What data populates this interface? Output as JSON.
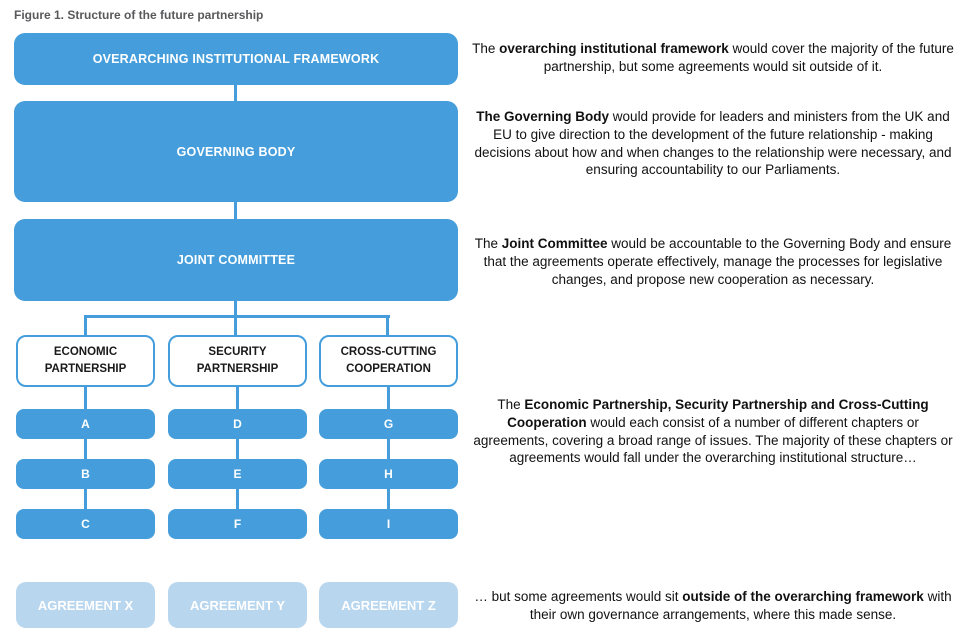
{
  "title": "Figure 1. Structure of the future partnership",
  "colors": {
    "primary_blue": "#459EDB",
    "light_blue": "#B9D6EF",
    "title_gray": "#58595b"
  },
  "diagram": {
    "top_boxes": [
      {
        "label": "OVERARCHING INSTITUTIONAL FRAMEWORK"
      },
      {
        "label": "GOVERNING BODY"
      },
      {
        "label": "JOINT COMMITTEE"
      }
    ],
    "pillars": [
      {
        "label": "ECONOMIC PARTNERSHIP",
        "items": [
          "A",
          "B",
          "C"
        ],
        "agreement": "AGREEMENT X"
      },
      {
        "label": "SECURITY PARTNERSHIP",
        "items": [
          "D",
          "E",
          "F"
        ],
        "agreement": "AGREEMENT Y"
      },
      {
        "label": "CROSS-CUTTING COOPERATION",
        "items": [
          "G",
          "H",
          "I"
        ],
        "agreement": "AGREEMENT Z"
      }
    ]
  },
  "annotations": [
    {
      "segments": [
        {
          "t": "The ",
          "b": false
        },
        {
          "t": "overarching institutional framework",
          "b": true
        },
        {
          "t": " would cover the majority of the future partnership, but some agreements would sit outside of it.",
          "b": false
        }
      ]
    },
    {
      "segments": [
        {
          "t": "The Governing Body",
          "b": true
        },
        {
          "t": " would provide for leaders and ministers from the UK and EU to give direction to the development of the future relationship - making decisions about how and when changes to the relationship were necessary, and ensuring accountability to our Parliaments.",
          "b": false
        }
      ]
    },
    {
      "segments": [
        {
          "t": "The ",
          "b": false
        },
        {
          "t": "Joint Committee",
          "b": true
        },
        {
          "t": " would be accountable to the Governing Body and ensure that the agreements operate effectively, manage the processes for legislative changes, and propose new cooperation as necessary.",
          "b": false
        }
      ]
    },
    {
      "segments": [
        {
          "t": "The ",
          "b": false
        },
        {
          "t": "Economic Partnership, Security Partnership and Cross-Cutting Cooperation",
          "b": true
        },
        {
          "t": " would each consist of a number of different chapters or agreements, covering a broad range of issues. The majority of these chapters or agreements would fall under the overarching institutional structure…",
          "b": false
        }
      ]
    },
    {
      "segments": [
        {
          "t": "… but some agreements would sit ",
          "b": false
        },
        {
          "t": "outside of the overarching framework",
          "b": true
        },
        {
          "t": " with their own governance arrangements, where this made sense.",
          "b": false
        }
      ]
    }
  ]
}
